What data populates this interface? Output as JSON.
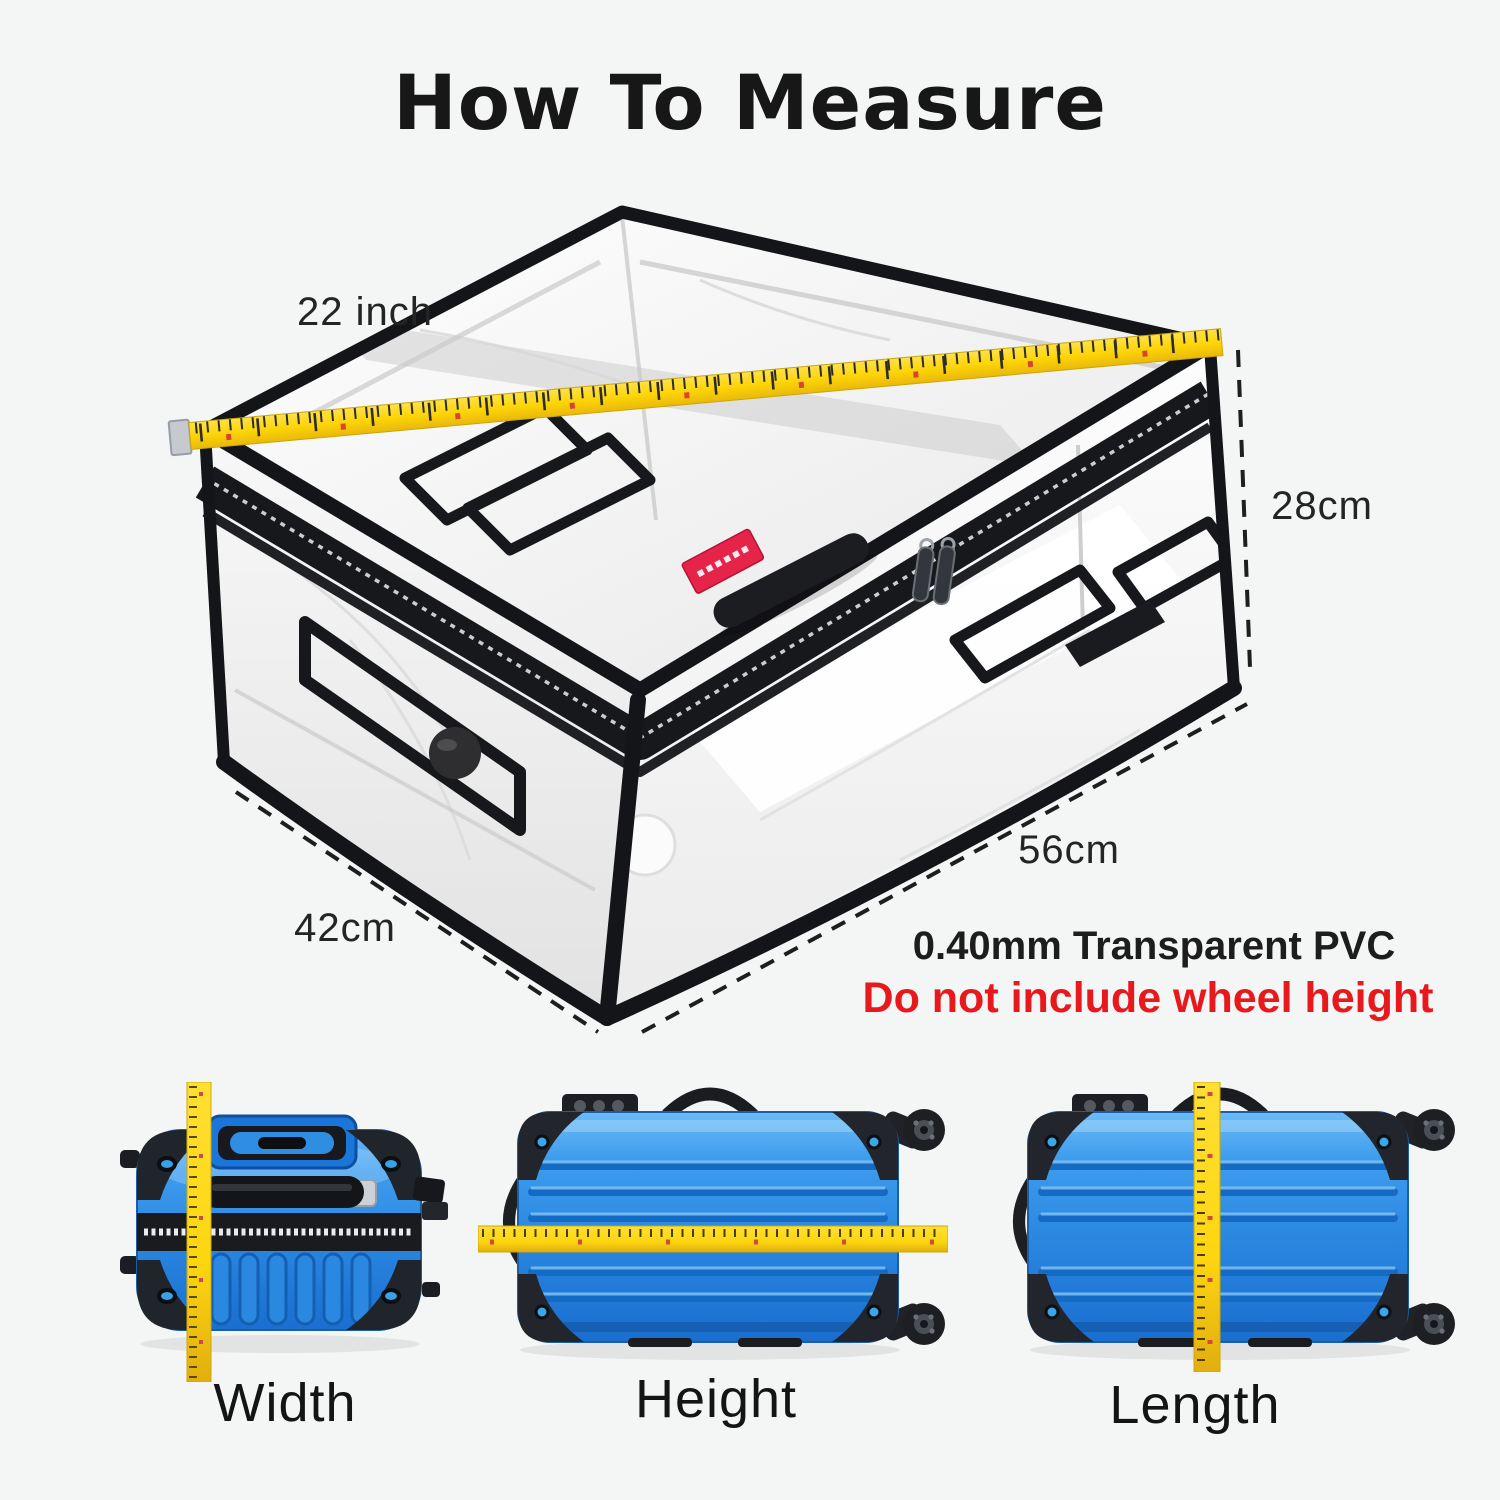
{
  "title": "How To Measure",
  "annotations": {
    "tape": "22 inch",
    "height": "28cm",
    "length": "56cm",
    "width": "42cm"
  },
  "notes": {
    "material": "0.40mm Transparent PVC",
    "warning": "Do not include wheel height"
  },
  "figures": [
    {
      "label": "Width"
    },
    {
      "label": "Height"
    },
    {
      "label": "Length"
    }
  ],
  "icons": {
    "storage_bag": "transparent-storage-bag-illustration",
    "tape_measure": "tape-measure-icon",
    "zipper_pulls": "zipper-pulls-icon",
    "brand_label": "brand-label-tag",
    "suitcase_top": "suitcase-top-view",
    "suitcase_side": "suitcase-side-view"
  },
  "colors": {
    "background": "#f4f5f5",
    "text_primary": "#1b1b1b",
    "warning_red": "#e8191d",
    "tape_yellow": "#fed913",
    "suitcase_blue": "#2e8ce2",
    "trim_black": "#17181c",
    "label_red": "#e6244a"
  }
}
